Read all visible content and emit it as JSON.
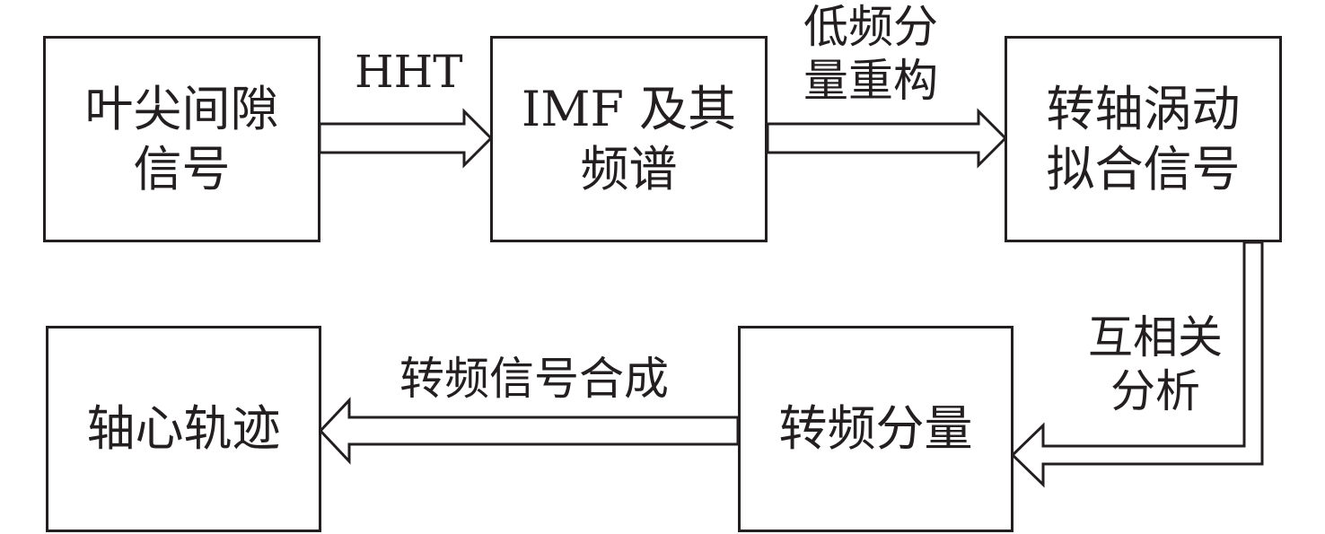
{
  "boxes": {
    "signal": {
      "line1": "叶尖间隙",
      "line2": "信号"
    },
    "imf": {
      "line1": "IMF 及其",
      "line2": "频谱"
    },
    "fit": {
      "line1": "转轴涡动",
      "line2": "拟合信号"
    },
    "component": {
      "line1": "转频分量"
    },
    "orbit": {
      "line1": "轴心轨迹"
    }
  },
  "arrows": {
    "hht": {
      "label": "HHT"
    },
    "reconstruct": {
      "line1": "低频分",
      "line2": "量重构"
    },
    "correlation": {
      "line1": "互相关",
      "line2": "分析"
    },
    "synthesis": {
      "label": "转频信号合成"
    }
  },
  "colors": {
    "stroke": "#231f20",
    "fill": "#ffffff"
  }
}
